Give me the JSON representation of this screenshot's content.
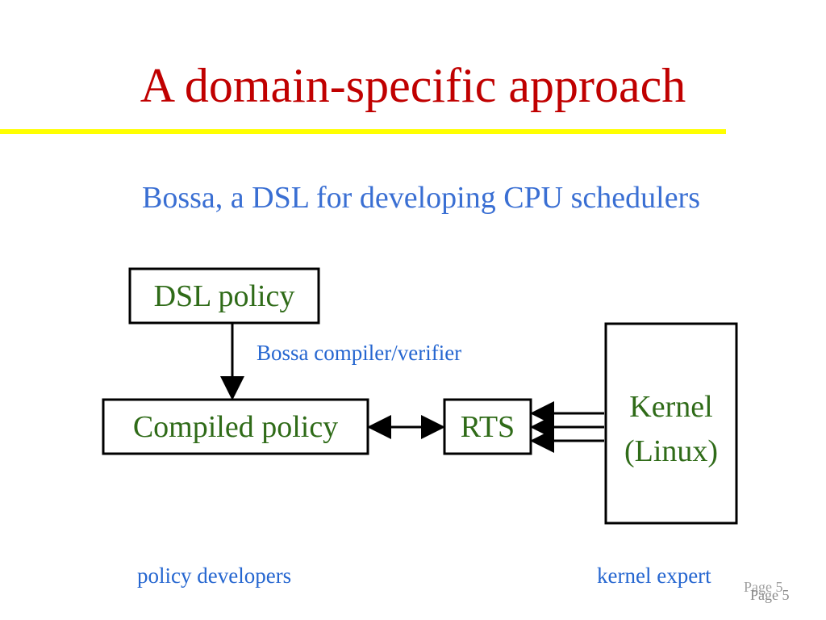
{
  "slide": {
    "title": "A domain-specific approach",
    "subtitle": "Bossa, a DSL for developing CPU schedulers",
    "page_label_1": "Page 5",
    "page_label_2": "Page 5"
  },
  "diagram": {
    "nodes": {
      "dsl_policy": "DSL policy",
      "compiled_policy": "Compiled policy",
      "rts": "RTS",
      "kernel_line1": "Kernel",
      "kernel_line2": "(Linux)"
    },
    "edge_label": "Bossa compiler/verifier",
    "role_left": "policy developers",
    "role_right": "kernel expert"
  },
  "colors": {
    "title": "#c00000",
    "subtitle": "#3a6fd3",
    "rule": "#ffff00",
    "box_text": "#2f6b18",
    "label_text": "#2566d0"
  }
}
